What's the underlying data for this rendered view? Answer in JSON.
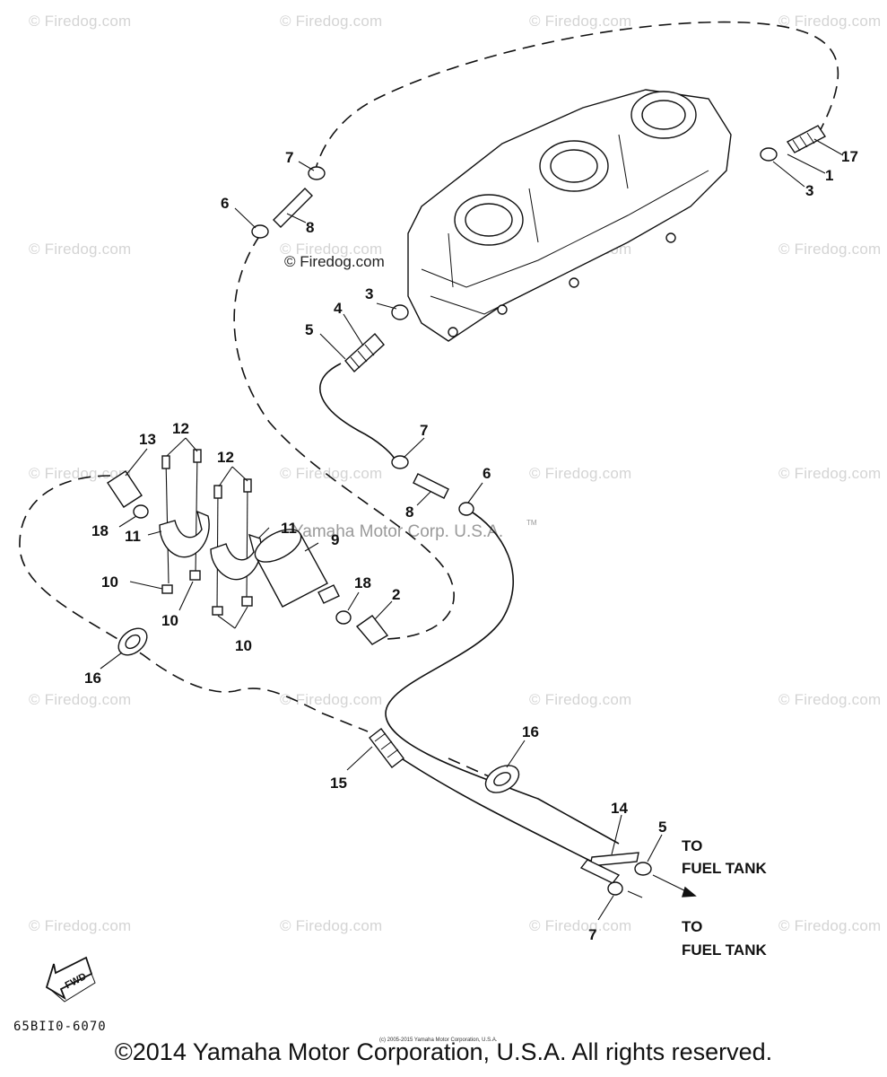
{
  "watermark": {
    "text": "© Firedog.com",
    "grid": [
      {
        "row": 0,
        "cols": 4
      },
      {
        "row": 1,
        "cols": 4
      },
      {
        "row": 2,
        "cols": 4
      },
      {
        "row": 3,
        "cols": 4
      },
      {
        "row": 4,
        "cols": 4
      }
    ]
  },
  "center_watermark": "© Firedog.com",
  "ymc_watermark": "Yamaha Motor Corp. U.S.A.",
  "ymc_tm": "TM",
  "callouts": {
    "c17": "17",
    "c1": "1",
    "c3a": "3",
    "c7a": "7",
    "c8a": "8",
    "c6a": "6",
    "c3b": "3",
    "c4": "4",
    "c5a": "5",
    "c13": "13",
    "c12a": "12",
    "c12b": "12",
    "c7b": "7",
    "c6b": "6",
    "c8b": "8",
    "c18a": "18",
    "c11a": "11",
    "c11b": "11",
    "c9": "9",
    "c10a": "10",
    "c10b": "10",
    "c10c": "10",
    "c18b": "18",
    "c2": "2",
    "c16a": "16",
    "c16b": "16",
    "c15": "15",
    "c14": "14",
    "c5b": "5",
    "c7c": "7"
  },
  "destinations": {
    "upper_line1": "TO",
    "upper_line2": "FUEL TANK",
    "lower_line1": "TO",
    "lower_line2": "FUEL TANK"
  },
  "fwd_label": "FWD",
  "diagram_code": "65BII0-6070",
  "tiny_copyright": "(c) 2005-2015 Yamaha Motor Corporation, U.S.A.",
  "footer_copyright": "©2014 Yamaha Motor Corporation, U.S.A. All rights reserved."
}
